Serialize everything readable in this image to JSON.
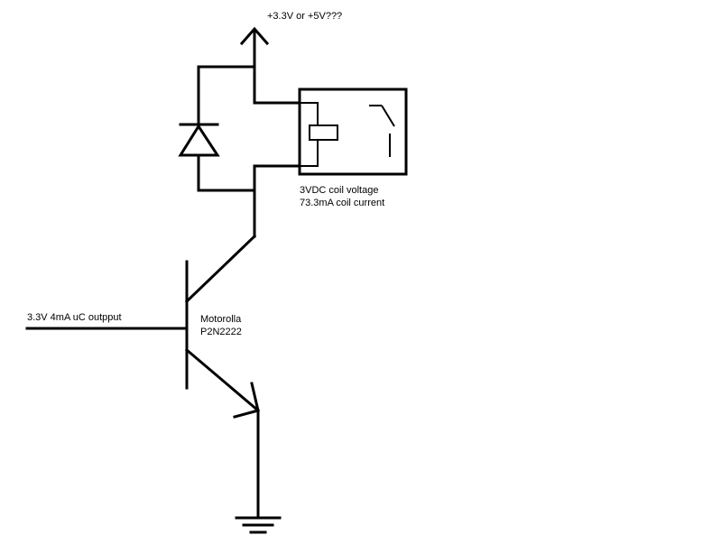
{
  "diagram": {
    "supply_label": "+3.3V or +5V???",
    "relay": {
      "coil_voltage": "3VDC coil voltage",
      "coil_current": "73.3mA coil current"
    },
    "transistor": {
      "maker": "Motorolla",
      "part": "P2N2222"
    },
    "input_label": "3.3V 4mA uC outpput"
  }
}
